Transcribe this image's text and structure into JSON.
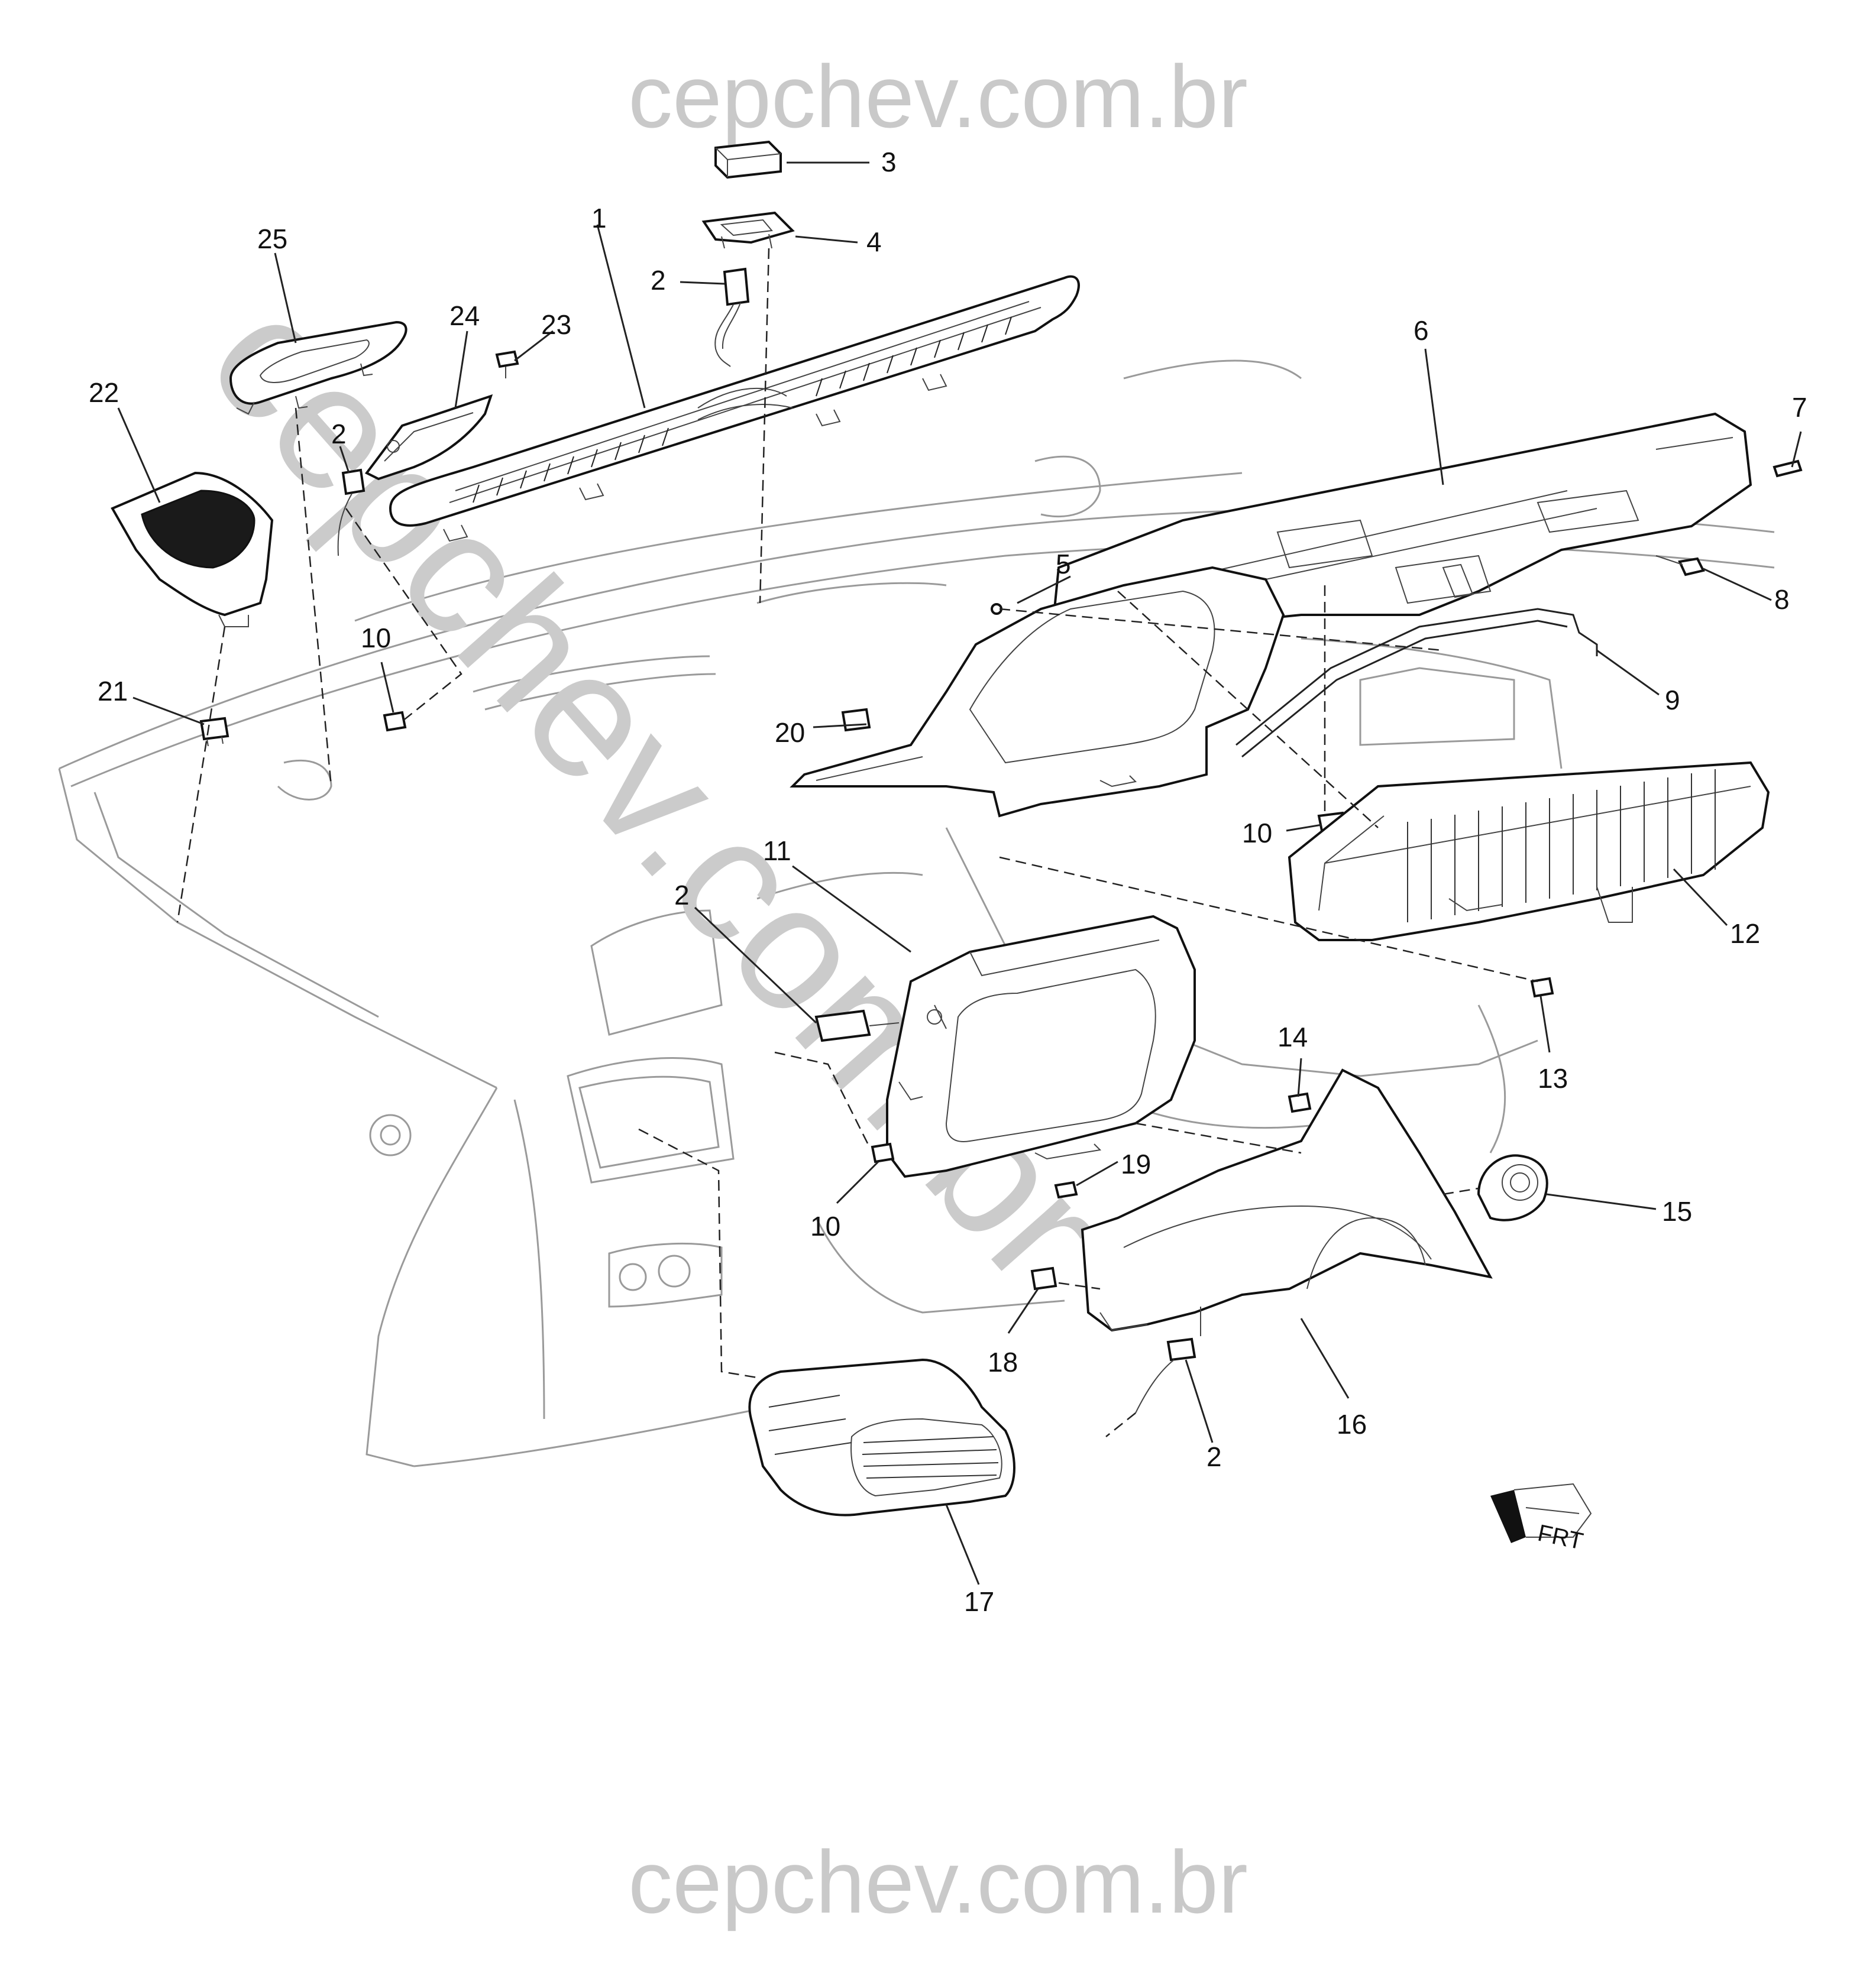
{
  "watermark": {
    "top": "cepchev.com.br",
    "bottom": "cepchev.com.br",
    "diagonal": "cepchev.com.br"
  },
  "front_indicator": "FRT",
  "callouts": [
    {
      "id": "c1",
      "text": "1"
    },
    {
      "id": "c2a",
      "text": "2"
    },
    {
      "id": "c2b",
      "text": "2"
    },
    {
      "id": "c2c",
      "text": "2"
    },
    {
      "id": "c2d",
      "text": "2"
    },
    {
      "id": "c3",
      "text": "3"
    },
    {
      "id": "c4",
      "text": "4"
    },
    {
      "id": "c5",
      "text": "5"
    },
    {
      "id": "c6",
      "text": "6"
    },
    {
      "id": "c7",
      "text": "7"
    },
    {
      "id": "c8",
      "text": "8"
    },
    {
      "id": "c9",
      "text": "9"
    },
    {
      "id": "c10a",
      "text": "10"
    },
    {
      "id": "c10b",
      "text": "10"
    },
    {
      "id": "c10c",
      "text": "10"
    },
    {
      "id": "c11",
      "text": "11"
    },
    {
      "id": "c12",
      "text": "12"
    },
    {
      "id": "c13",
      "text": "13"
    },
    {
      "id": "c14",
      "text": "14"
    },
    {
      "id": "c15",
      "text": "15"
    },
    {
      "id": "c16",
      "text": "16"
    },
    {
      "id": "c17",
      "text": "17"
    },
    {
      "id": "c18",
      "text": "18"
    },
    {
      "id": "c19",
      "text": "19"
    },
    {
      "id": "c20",
      "text": "20"
    },
    {
      "id": "c21",
      "text": "21"
    },
    {
      "id": "c22",
      "text": "22"
    },
    {
      "id": "c23",
      "text": "23"
    },
    {
      "id": "c24",
      "text": "24"
    },
    {
      "id": "c25",
      "text": "25"
    }
  ]
}
